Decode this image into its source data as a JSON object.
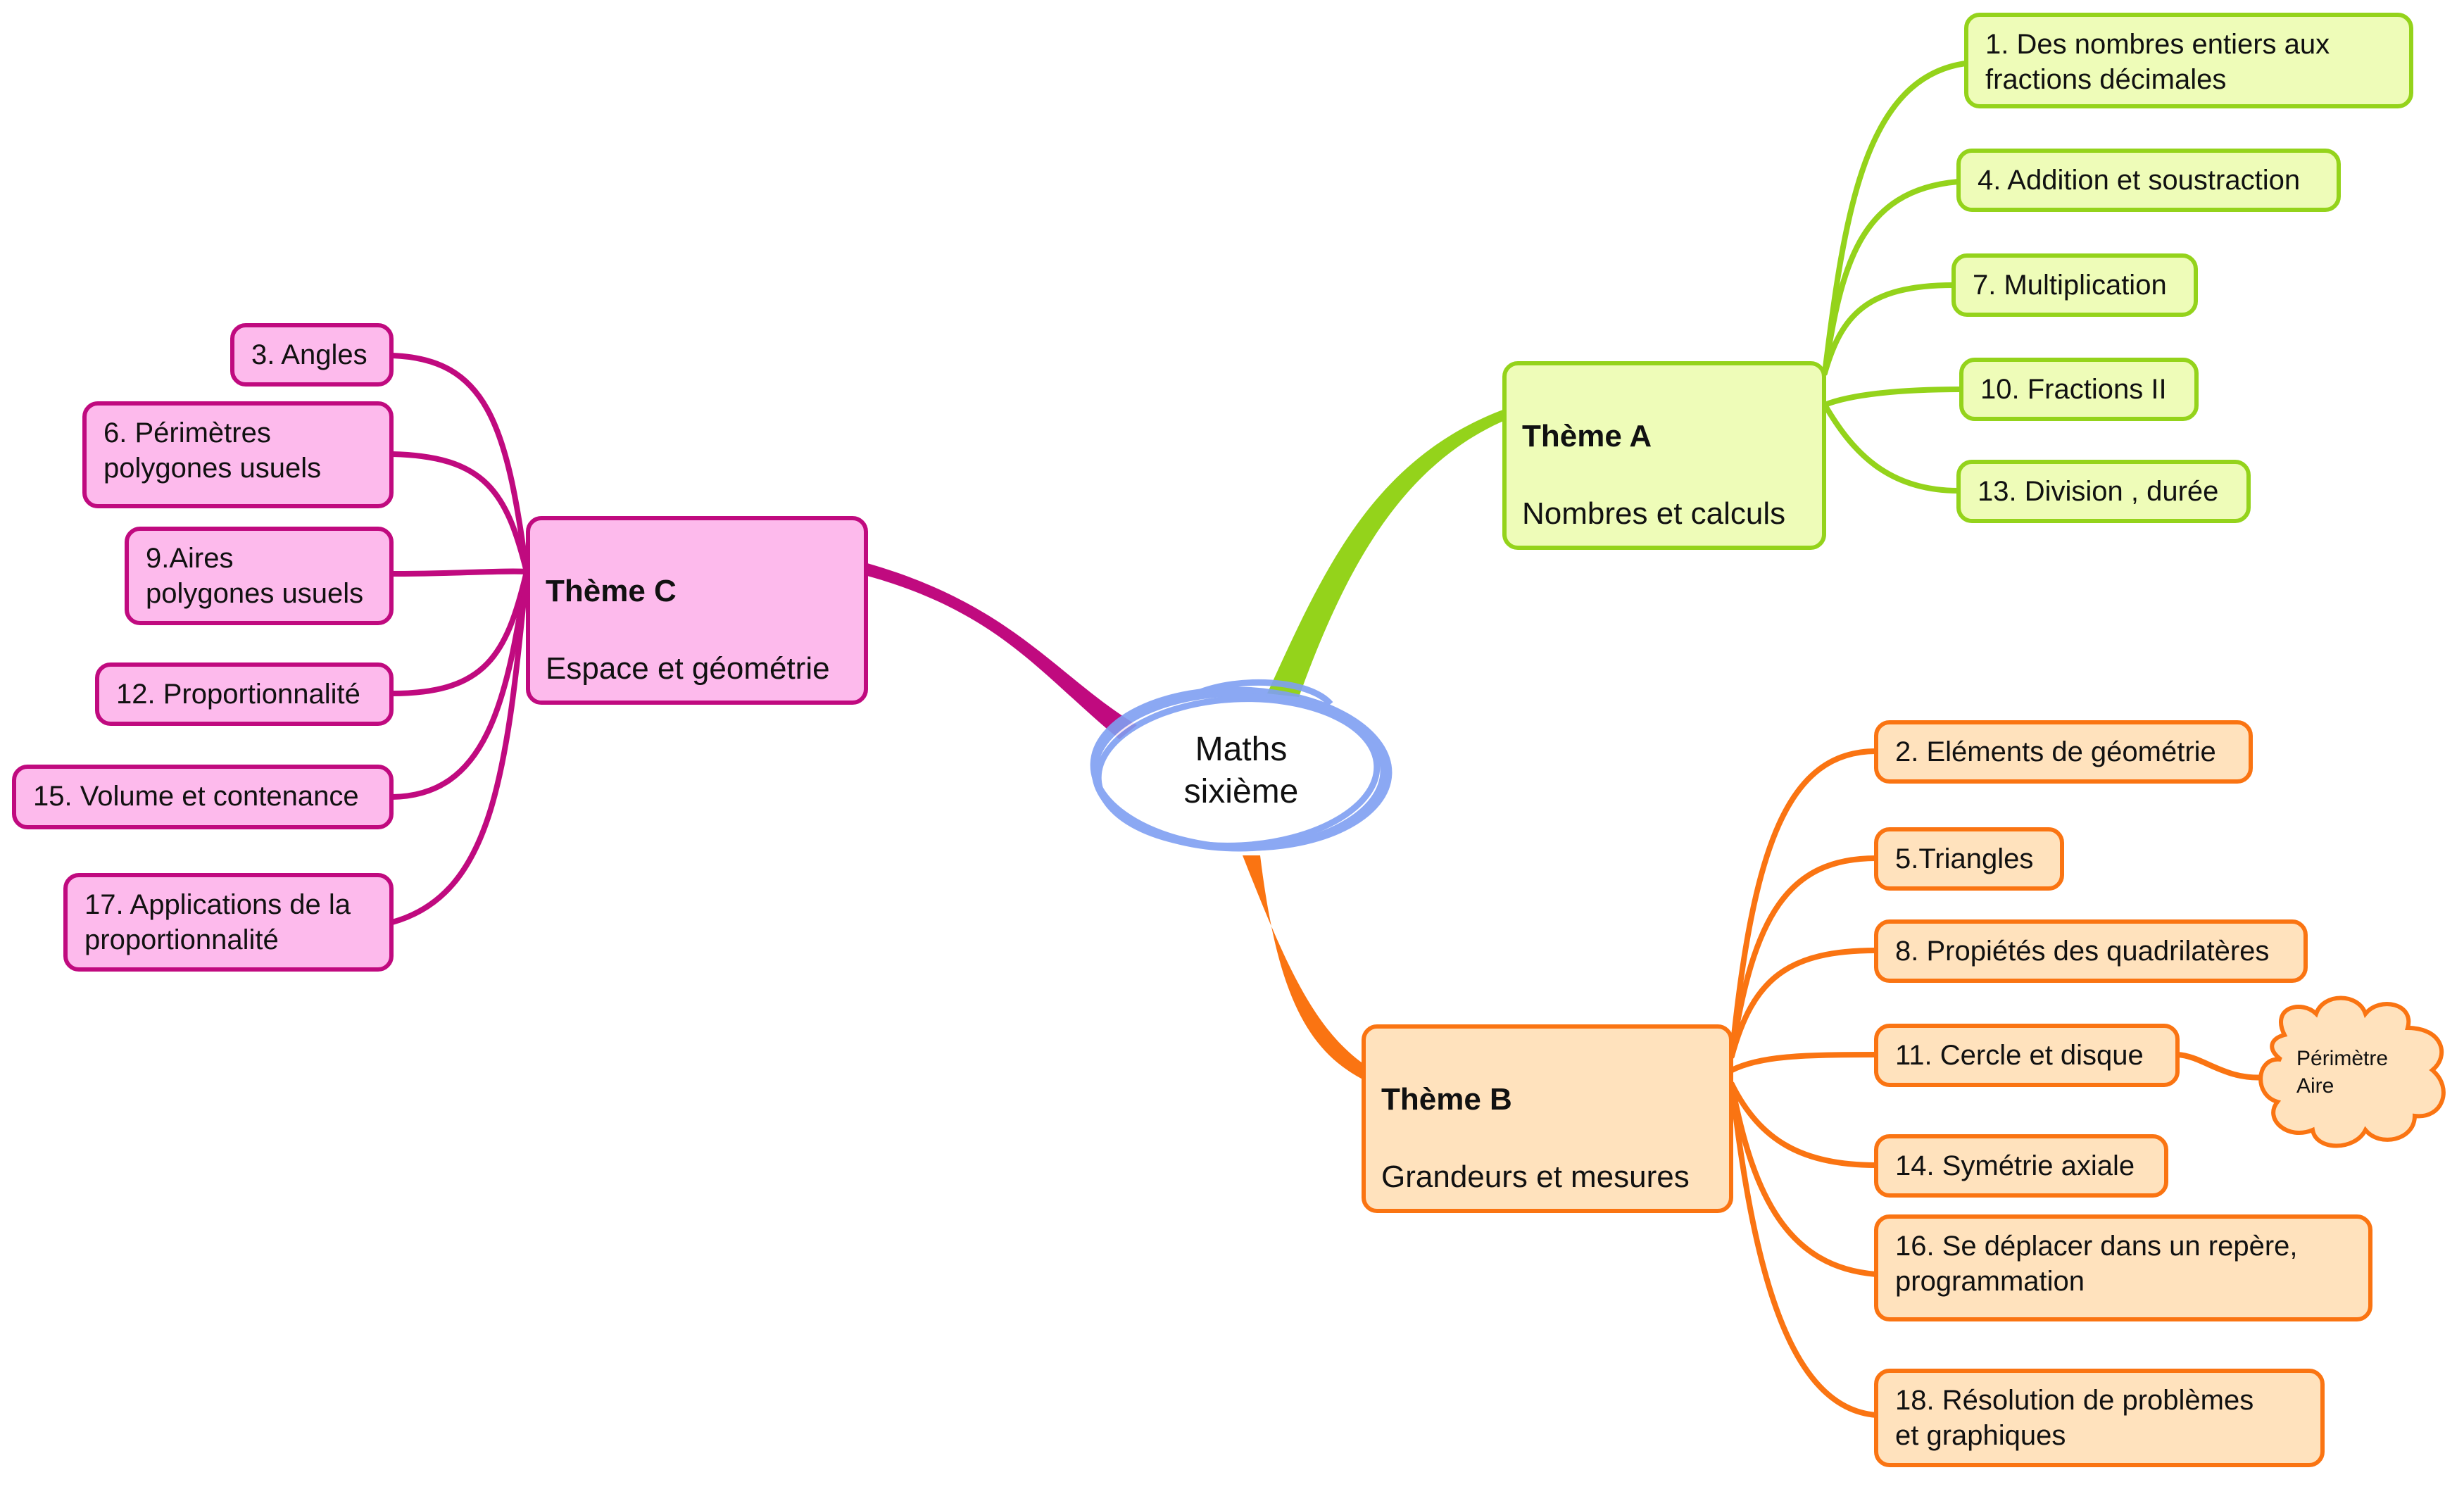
{
  "colors": {
    "green": "#94d31b",
    "orange": "#fa7412",
    "pink": "#c00a7f",
    "central": "#7f9ff2"
  },
  "central": {
    "label": "Maths\nsixième"
  },
  "themes": {
    "a": {
      "title": "Thème A",
      "subtitle": "Nombres et calculs"
    },
    "b": {
      "title": "Thème B",
      "subtitle": "Grandeurs et mesures"
    },
    "c": {
      "title": "Thème C",
      "subtitle": "Espace et géométrie"
    }
  },
  "a_items": [
    "1. Des nombres entiers aux\nfractions décimales",
    "4. Addition et soustraction",
    "7. Multiplication",
    "10. Fractions II",
    "13. Division , durée"
  ],
  "b_items": [
    "2. Eléments de géométrie",
    "5.Triangles",
    "8. Propiétés des quadrilatères",
    "11. Cercle et disque",
    "14. Symétrie axiale",
    "16. Se déplacer dans un repère,\nprogrammation",
    "18. Résolution de problèmes\net graphiques"
  ],
  "c_items": [
    "3. Angles",
    "6. Périmètres\npolygones usuels",
    "9.Aires\npolygones usuels",
    "12. Proportionnalité",
    "15. Volume et contenance",
    "17. Applications de la\nproportionnalité"
  ],
  "cloud": {
    "label": "Périmètre\nAire"
  }
}
